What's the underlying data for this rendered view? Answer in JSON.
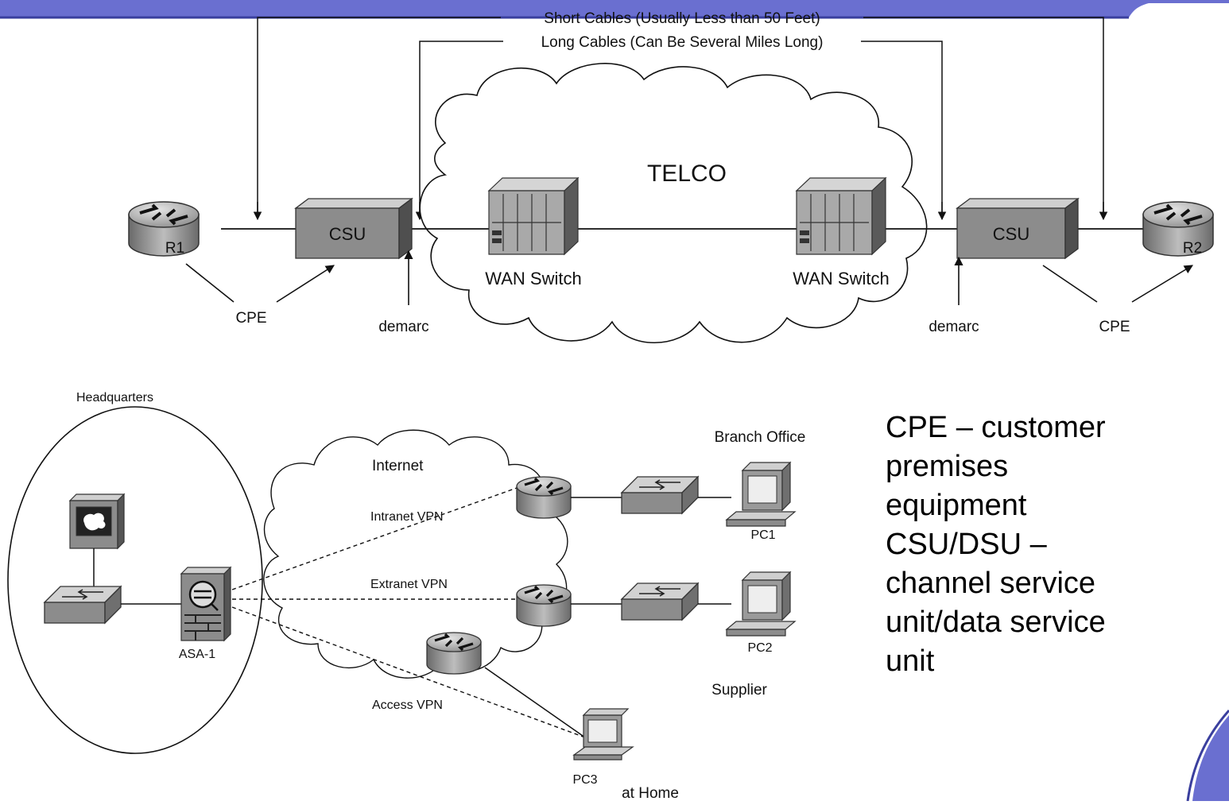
{
  "top_diagram": {
    "short_cables": "Short Cables (Usually Less than 50 Feet)",
    "long_cables": "Long Cables (Can Be Several Miles Long)",
    "telco": "TELCO",
    "r1": "R1",
    "r2": "R2",
    "csu": "CSU",
    "wan_switch": "WAN Switch",
    "cpe": "CPE",
    "demarc": "demarc"
  },
  "bottom_diagram": {
    "headquarters": "Headquarters",
    "internet": "Internet",
    "intranet_vpn": "Intranet VPN",
    "extranet_vpn": "Extranet VPN",
    "access_vpn": "Access VPN",
    "asa": "ASA-1",
    "branch_office": "Branch Office",
    "pc1": "PC1",
    "pc2": "PC2",
    "pc3": "PC3",
    "supplier": "Supplier",
    "at_home": "at Home"
  },
  "definitions": [
    "CPE – customer",
    "premises",
    "equipment",
    "CSU/DSU –",
    "channel service",
    "unit/data service",
    "unit"
  ],
  "colors": {
    "theme_accent": "#6a6fd0",
    "theme_border": "#3a3f9e",
    "device_gray": "#8c8c8c"
  }
}
